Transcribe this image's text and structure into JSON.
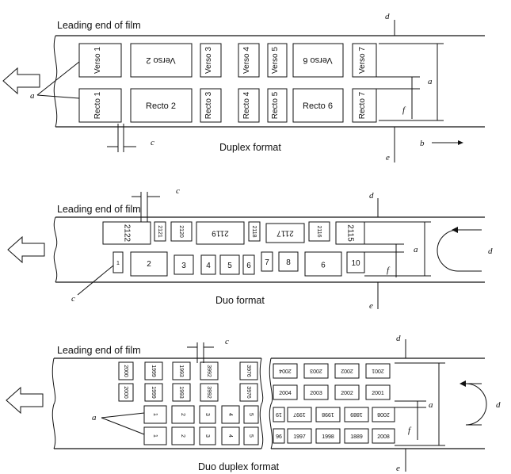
{
  "duplex": {
    "header": "Leading end of film",
    "caption": "Duplex format",
    "top_frames": [
      "Verso 1",
      "Verso 2",
      "Verso 3",
      "Verso 4",
      "Verso 5",
      "Verso 6",
      "Verso 7"
    ],
    "bottom_frames": [
      "Recto 1",
      "Recto 2",
      "Recto 3",
      "Recto 4",
      "Recto 5",
      "Recto 6",
      "Recto 7"
    ],
    "labels": {
      "a": "a",
      "b": "b",
      "c": "c",
      "d": "d",
      "e": "e",
      "f": "f",
      "dim_a": "a"
    }
  },
  "duo": {
    "header": "Leading end of film",
    "caption": "Duo format",
    "top_frames": [
      "2122",
      "2121",
      "2120",
      "2119",
      "2118",
      "2117",
      "2116",
      "2115"
    ],
    "bottom_frames": [
      "1",
      "2",
      "3",
      "4",
      "5",
      "6",
      "7",
      "8",
      "9",
      "10"
    ],
    "labels": {
      "c_top": "c",
      "c_ptr": "c",
      "d": "d",
      "e": "e",
      "f": "f",
      "dim_a": "a",
      "turn": "d"
    }
  },
  "duo_duplex": {
    "header": "Leading end of film",
    "caption": "Duo duplex format",
    "row1": [
      "2000",
      "1999",
      "1993",
      "3992",
      "3976",
      "2004",
      "2003",
      "2002",
      "2001"
    ],
    "row2": [
      "2000",
      "1999",
      "1993",
      "3992",
      "3976",
      "2004",
      "2003",
      "2002",
      "2001"
    ],
    "row3": [
      "1",
      "2",
      "3",
      "4",
      "5",
      "19",
      "1997",
      "1998",
      "1889",
      "2008"
    ],
    "row4": [
      "1",
      "2",
      "3",
      "4",
      "5",
      "96",
      "1997",
      "1998",
      "1889",
      "2008"
    ],
    "labels": {
      "a": "a",
      "c": "c",
      "d": "d",
      "e": "e",
      "f": "f",
      "dim_a": "a",
      "turn": "d"
    }
  }
}
